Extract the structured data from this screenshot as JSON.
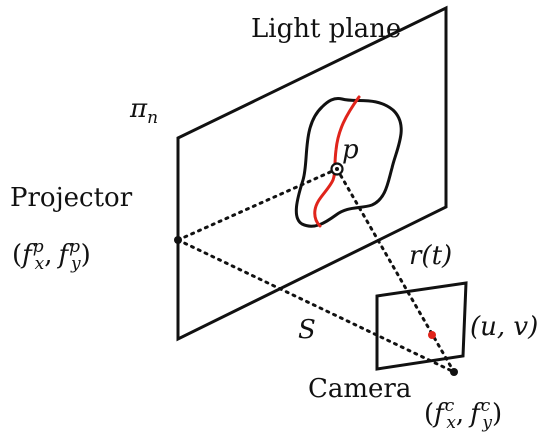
{
  "labels": {
    "light_plane": "Light plane",
    "plane_symbol": "π",
    "plane_symbol_sub": "n",
    "projector": "Projector",
    "projector_focal": {
      "open": "(",
      "f1": "f",
      "f1_sub": "x",
      "f1_sup": "p",
      "comma": ",",
      "f2": "f",
      "f2_sub": "y",
      "f2_sup": "p",
      "close": ")"
    },
    "point_p": "p",
    "ray": "r(t)",
    "segment_s": "S",
    "pixel_coords": "(u, v)",
    "camera": "Camera",
    "camera_focal": {
      "open": "(",
      "f1": "f",
      "f1_sub": "x",
      "f1_sup": "c",
      "comma": ",",
      "f2": "f",
      "f2_sub": "y",
      "f2_sup": "c",
      "close": ")"
    }
  },
  "colors": {
    "stroke": "#111111",
    "curve": "#e0241b",
    "pixel_dot": "#e0241b"
  }
}
